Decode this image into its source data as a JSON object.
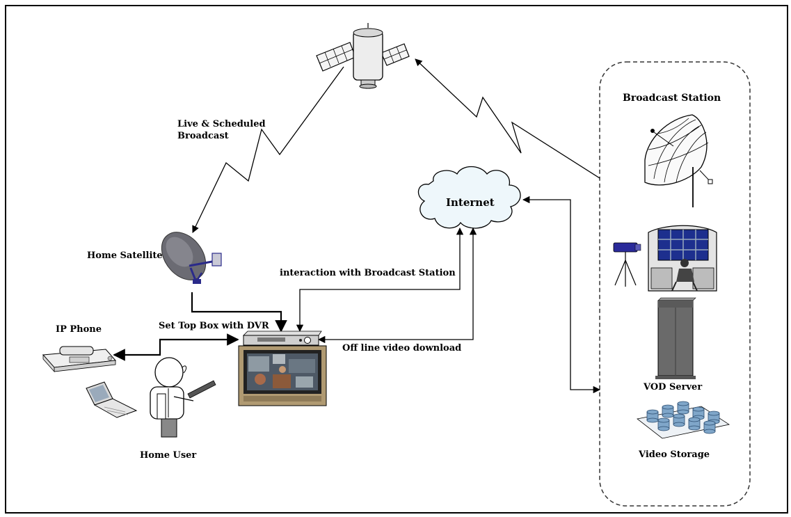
{
  "labels": {
    "live_broadcast": "Live & Scheduled",
    "live_broadcast_2": "Broadcast",
    "internet": "Internet",
    "home_satellite": "Home Satellite",
    "interaction": "interaction with Broadcast Station",
    "ip_phone": "IP Phone",
    "stb": "Set Top Box with DVR",
    "offline_download": "Off line video download",
    "home_user": "Home User",
    "broadcast_station": "Broadcast Station",
    "vod_server": "VOD Server",
    "video_storage": "Video Storage"
  },
  "colors": {
    "line": "#000000",
    "dish": "#6b6b73",
    "dish_mount": "#2a2a8a",
    "control_room_screens": "#1d2f8e",
    "cloud_fill": "#eef7fb",
    "server": "#6a6a6a",
    "storage": "#7fa6c9"
  },
  "icons": [
    "satellite-icon",
    "cloud-icon",
    "satellite-dish-icon",
    "broadcast-dish-icon",
    "camera-icon",
    "control-room-icon",
    "vod-server-icon",
    "video-storage-icon",
    "set-top-box-icon",
    "tv-icon",
    "ip-phone-icon",
    "mobile-phone-icon",
    "home-user-icon"
  ]
}
